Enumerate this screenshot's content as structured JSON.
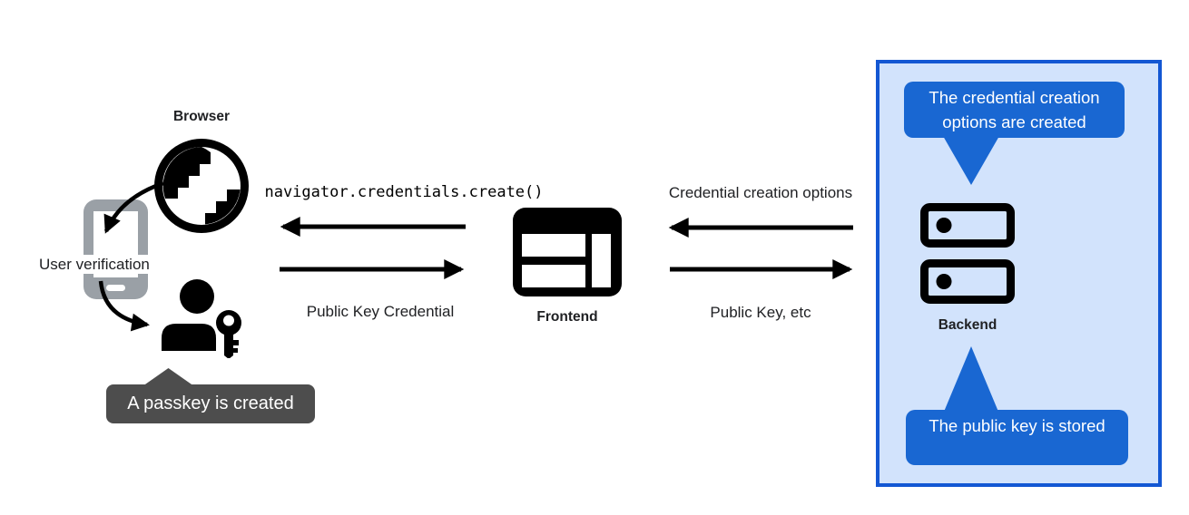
{
  "title": "Passkey registration flow",
  "colors": {
    "accent_blue": "#1967d2",
    "panel_fill": "#d2e3fc",
    "panel_border": "#1357d3",
    "tooltip_gray": "#4d4d4d",
    "phone_gray": "#9aa0a6",
    "ink": "#000000"
  },
  "nodes": {
    "browser": "Browser",
    "user_verification": "User verification",
    "frontend": "Frontend",
    "backend": "Backend"
  },
  "messages": {
    "create_call": "navigator.credentials.create()",
    "public_key_credential": "Public Key Credential",
    "credential_creation_options": "Credential creation options",
    "public_key_etc": "Public Key, etc"
  },
  "callouts": {
    "passkey_created": "A passkey is created",
    "options_created": "The credential creation options are created",
    "public_key_stored": "The public key is stored"
  },
  "icons": {
    "globe": "globe-icon",
    "phone": "phone-icon",
    "person_key": "person-key-icon",
    "frontend_window": "browser-window-icon",
    "backend_server": "server-stack-icon"
  }
}
